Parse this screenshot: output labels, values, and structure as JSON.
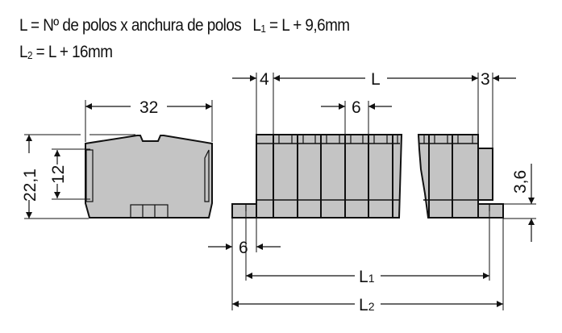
{
  "formulas": {
    "line1_left": "L = Nº de polos x anchura de polos",
    "line1_right_prefix": "L",
    "line1_right_sub": "1",
    "line1_right_suffix": " = L + 9,6mm",
    "line2_prefix": "L",
    "line2_sub": "2",
    "line2_suffix": " = L + 16mm"
  },
  "end_plate_view": {
    "width_label": "32",
    "height_label": "22,1",
    "inner_height_label": "12"
  },
  "side_view": {
    "end_offset_label": "4",
    "length_label": "L",
    "end_plate_label": "3",
    "pole_width_label": "6",
    "base_height_label": "3,6",
    "foot_offset_label": "6",
    "l1_prefix": "L",
    "l1_sub": "1",
    "l2_prefix": "L",
    "l2_sub": "2"
  },
  "colors": {
    "body_fill": "#c4c4c4",
    "line": "#111111"
  }
}
